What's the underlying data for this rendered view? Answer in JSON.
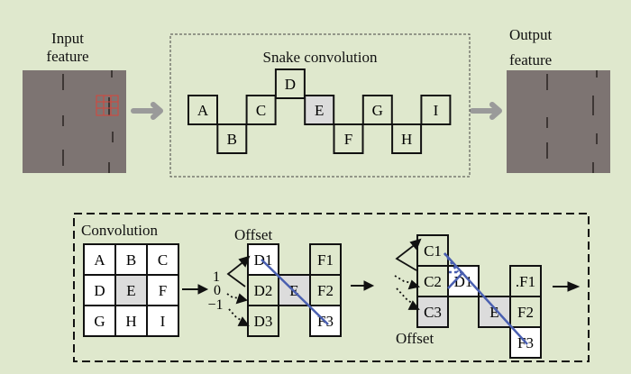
{
  "input": {
    "title_line1": "Input",
    "title_line2": "feature"
  },
  "output": {
    "title_line1": "Output",
    "title_line2": "feature"
  },
  "snake": {
    "title": "Snake convolution",
    "cells": [
      {
        "label": "A",
        "highlight": false
      },
      {
        "label": "B",
        "highlight": false
      },
      {
        "label": "C",
        "highlight": false
      },
      {
        "label": "D",
        "highlight": false
      },
      {
        "label": "E",
        "highlight": true
      },
      {
        "label": "F",
        "highlight": false
      },
      {
        "label": "G",
        "highlight": false
      },
      {
        "label": "H",
        "highlight": false
      },
      {
        "label": "I",
        "highlight": false
      }
    ]
  },
  "bottom": {
    "convolution_title": "Convolution",
    "grid": [
      [
        "A",
        "B",
        "C"
      ],
      [
        "D",
        "E",
        "F"
      ],
      [
        "G",
        "H",
        "I"
      ]
    ],
    "offset_label_1": "Offset",
    "offset_label_2": "Offset",
    "offset_values": [
      "1",
      "0",
      "−1"
    ],
    "stage1": {
      "d": [
        "D1",
        "D2",
        "D3"
      ],
      "e": "E",
      "f": [
        "F1",
        "F2",
        "F3"
      ]
    },
    "stage2": {
      "c": [
        "C1",
        "C2",
        "C3"
      ],
      "d": "D1",
      "e": "E",
      "f": [
        ".F1",
        "F2",
        "F3"
      ]
    }
  },
  "colors": {
    "background": "#dfe8cd",
    "cell_fill": "#dfe8cd",
    "highlight_fill": "#dcdcdc",
    "white_fill": "#ffffff",
    "path_line": "#4a5fb0",
    "arrow_gray": "#9a9a9a",
    "feature_map": "#7d7472",
    "kernel_red": "#d9443a"
  }
}
